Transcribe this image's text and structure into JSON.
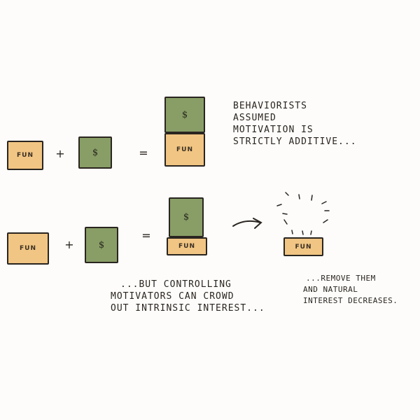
{
  "labels": {
    "fun": "FUN",
    "money": "$"
  },
  "operators": {
    "plus": "+",
    "equals": "="
  },
  "captions": {
    "additive": [
      "BEHAVIORISTS",
      "ASSUMED",
      "MOTIVATION IS",
      "STRICTLY ADDITIVE..."
    ],
    "crowding": [
      "...BUT CONTROLLING",
      "MOTIVATORS CAN CROWD",
      "OUT INTRINSIC INTEREST..."
    ],
    "removal": [
      "...REMOVE THEM",
      "AND NATURAL",
      "INTEREST DECREASES."
    ]
  },
  "colors": {
    "fun": "#f1c583",
    "money": "#889e66",
    "ink": "#2a2520"
  }
}
